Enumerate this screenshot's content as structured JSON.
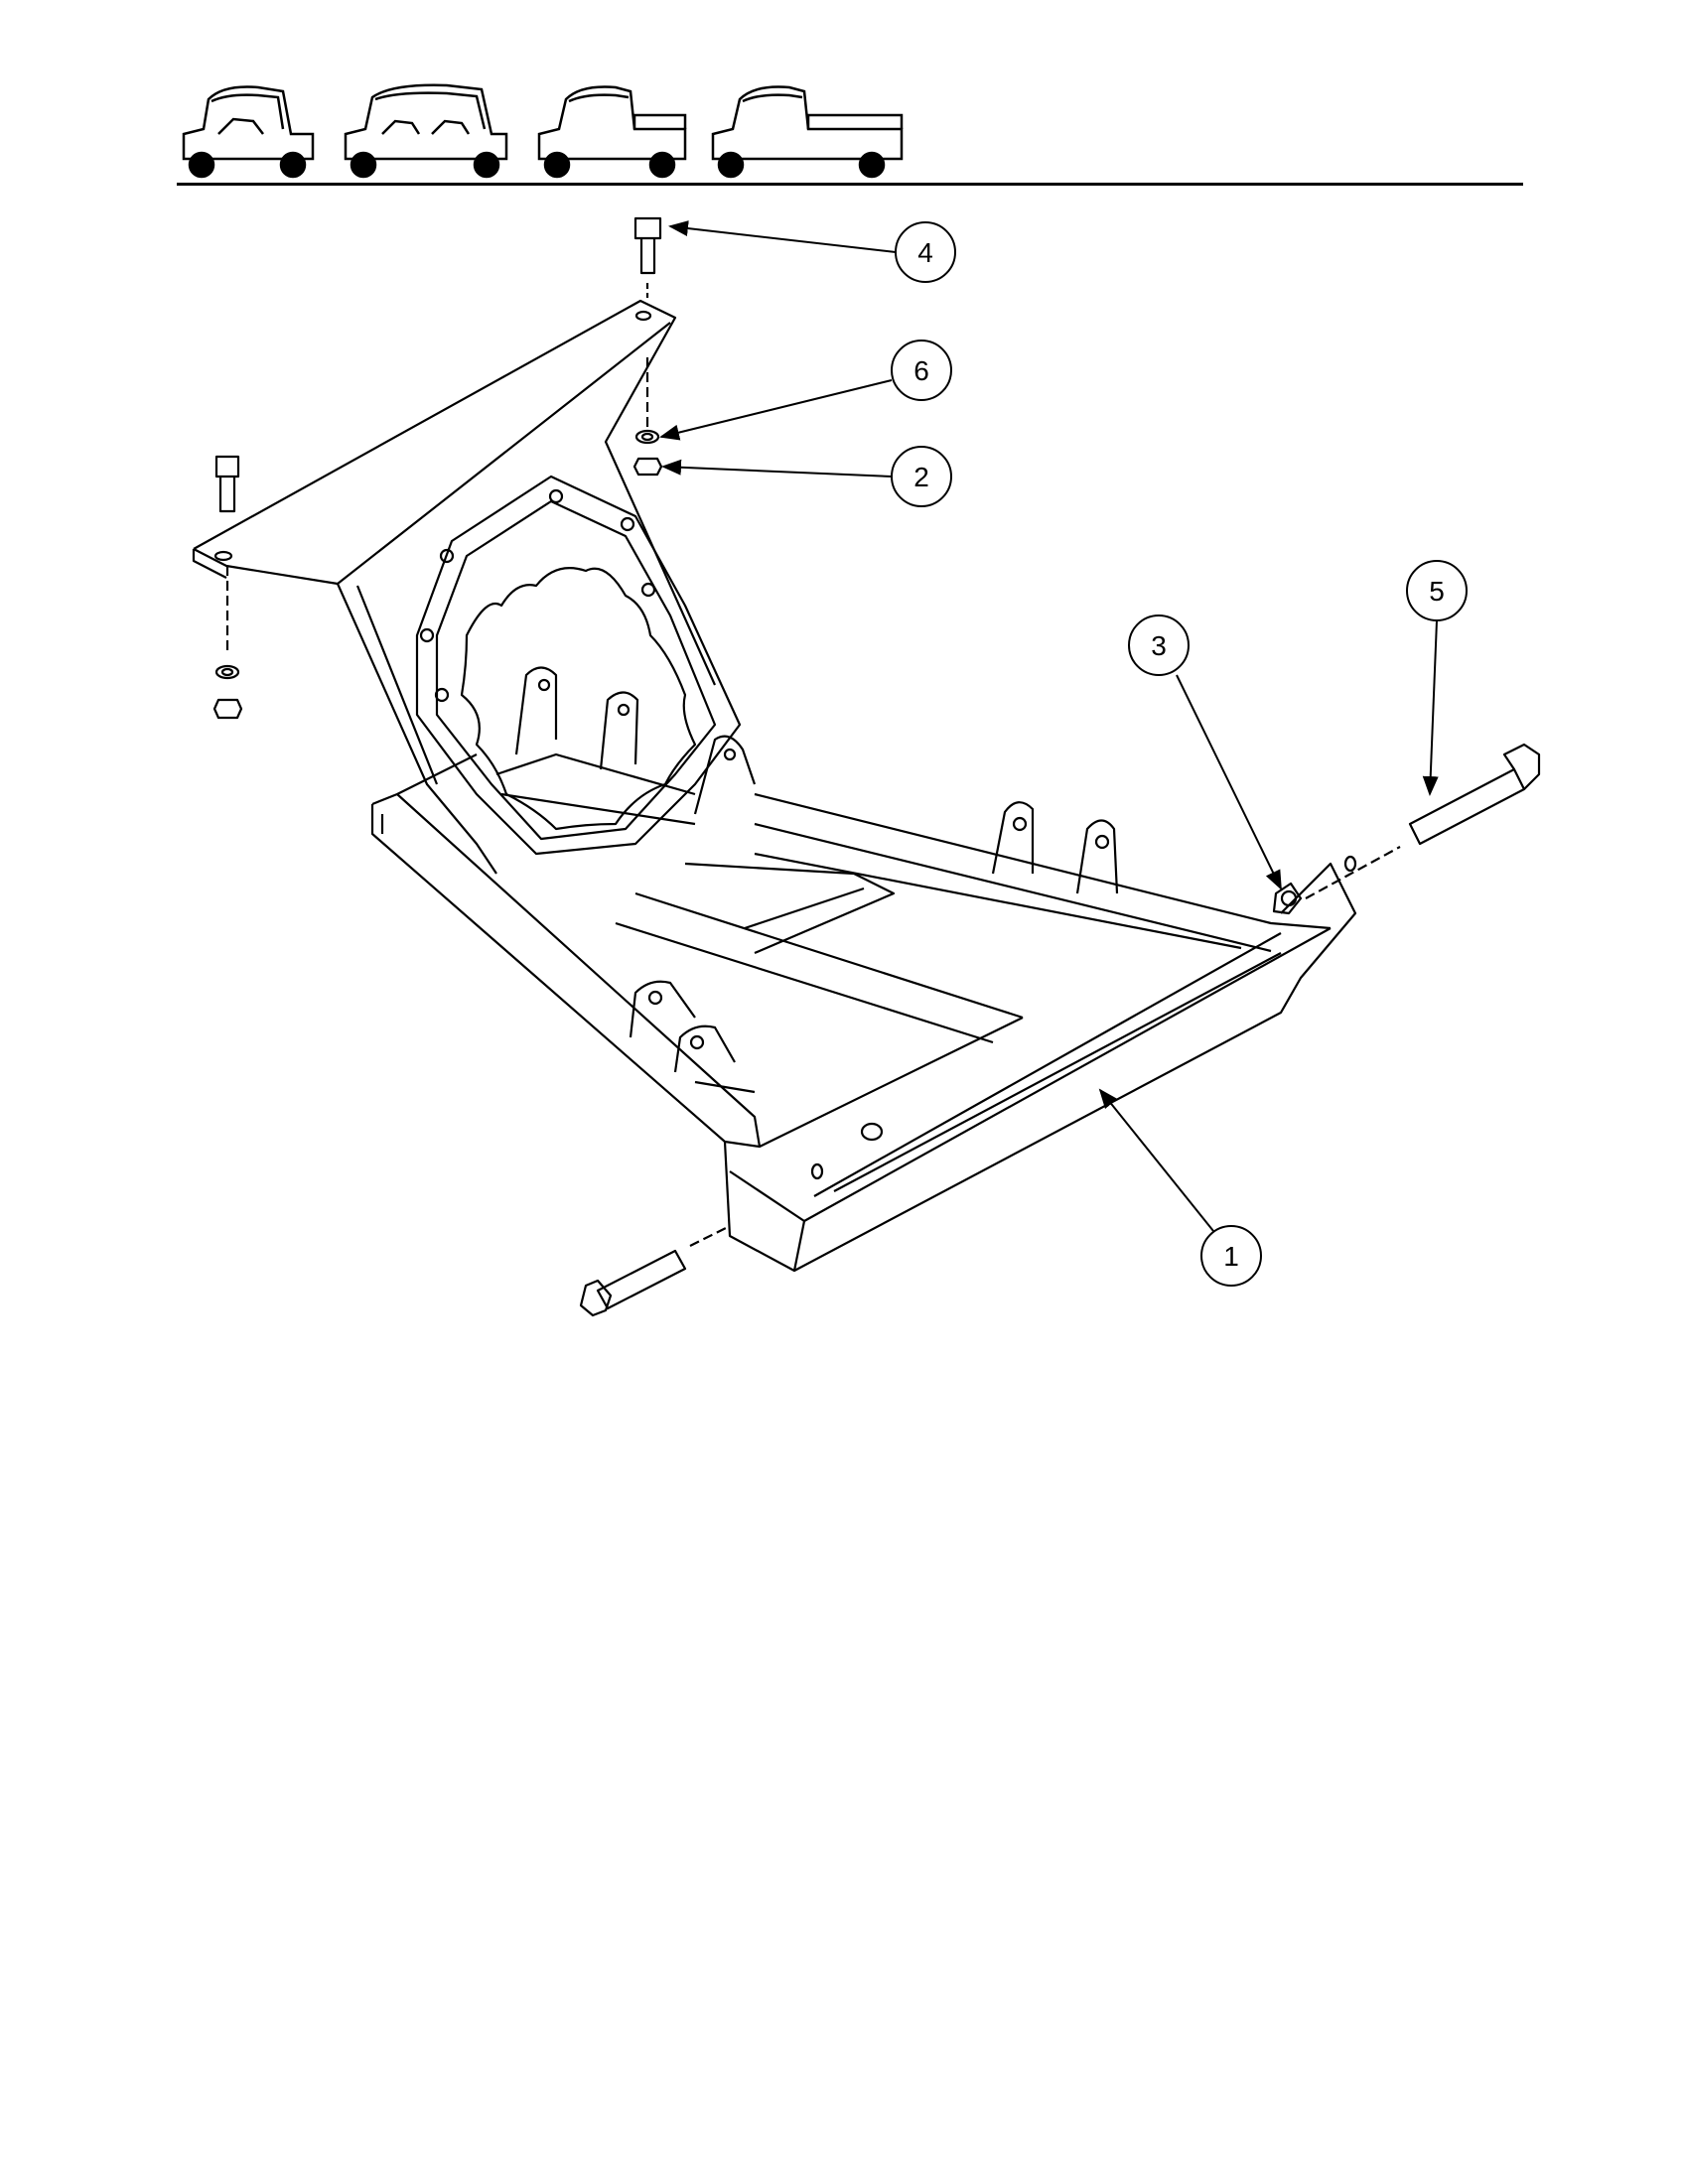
{
  "header": {
    "vehicle_icons": [
      "two-seat-vehicle-icon",
      "four-seat-vehicle-icon",
      "short-bed-vehicle-icon",
      "long-bed-vehicle-icon"
    ]
  },
  "diagram": {
    "callouts": [
      {
        "id": "callout-1",
        "label": "1"
      },
      {
        "id": "callout-2",
        "label": "2"
      },
      {
        "id": "callout-3",
        "label": "3"
      },
      {
        "id": "callout-4",
        "label": "4"
      },
      {
        "id": "callout-5",
        "label": "5"
      },
      {
        "id": "callout-6",
        "label": "6"
      }
    ]
  },
  "colors": {
    "ink": "#000000",
    "paper": "#ffffff"
  }
}
